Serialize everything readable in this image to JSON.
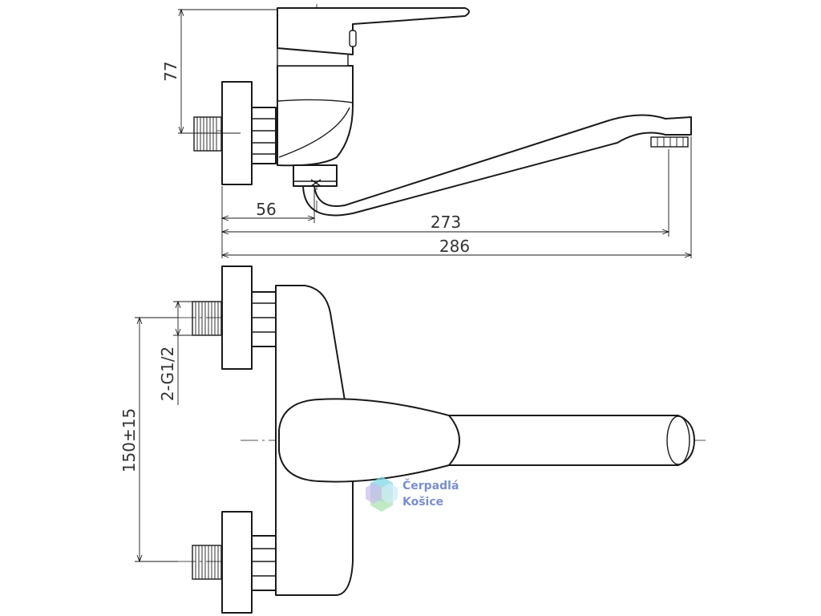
{
  "dimensions": {
    "height_77": "77",
    "offset_56": "56",
    "length_273": "273",
    "length_286": "286",
    "thread": "2-G1/2",
    "spacing": "150±15"
  },
  "watermark": {
    "line1": "Čerpadlá",
    "line2": "Košice",
    "icon": "hexagon-logo-icon",
    "colors": [
      "#7fd8e8",
      "#9ad9a0",
      "#b8a8e8",
      "#7b8fc9"
    ]
  }
}
